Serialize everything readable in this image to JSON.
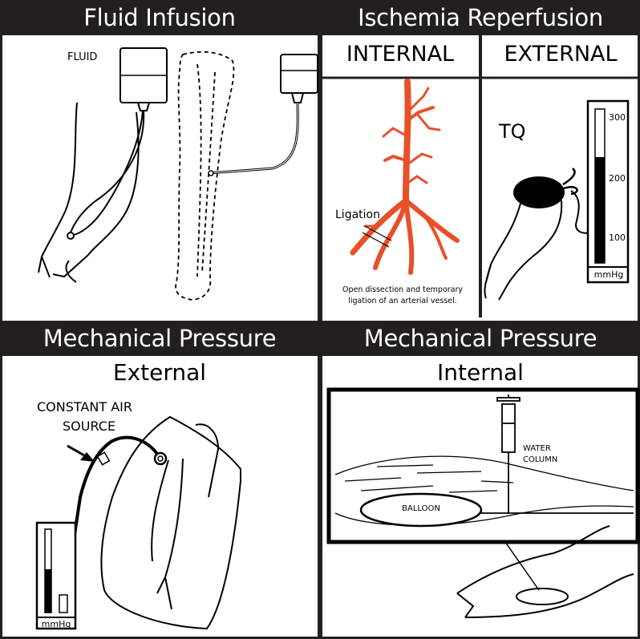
{
  "panels": {
    "fluid_infusion": {
      "title": "Fluid Infusion",
      "fluid_label": "FLUID"
    },
    "ischemia_reperfusion": {
      "title": "Ischemia Reperfusion",
      "internal_label": "INTERNAL",
      "external_label": "EXTERNAL",
      "ligation_label": "Ligation",
      "caption_line1": "Open dissection and temporary",
      "caption_line2": "ligation of an arterial vessel.",
      "tq_label": "TQ",
      "gauge_ticks": [
        "300",
        "200",
        "100"
      ],
      "gauge_unit": "mmHg"
    },
    "mechanical_external": {
      "title": "Mechanical Pressure",
      "subtitle": "External",
      "air_label_line1": "CONSTANT AIR",
      "air_label_line2": "SOURCE",
      "gauge_unit": "mmHg"
    },
    "mechanical_internal": {
      "title": "Mechanical  Pressure",
      "subtitle": "Internal",
      "water_label_line1": "WATER",
      "water_label_line2": "COLUMN",
      "balloon_label": "BALLOON"
    }
  },
  "colors": {
    "banner": "#231f20",
    "artery": "#e8502a",
    "ink": "#000000"
  }
}
